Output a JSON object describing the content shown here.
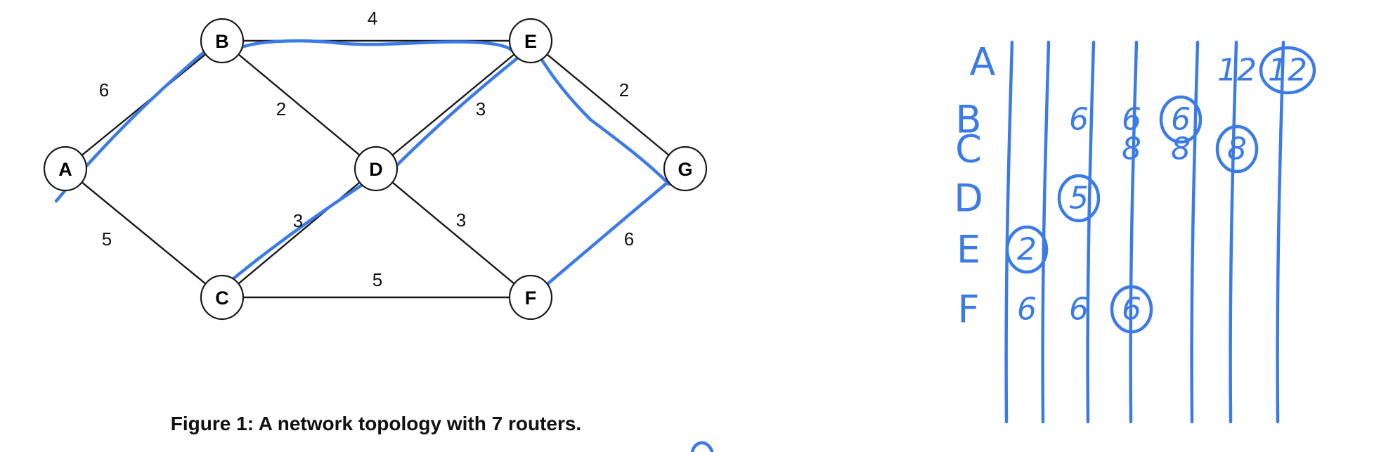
{
  "figure": {
    "caption": "Figure 1: A network topology with 7 routers.",
    "nodes": [
      {
        "id": "A",
        "label": "A"
      },
      {
        "id": "B",
        "label": "B"
      },
      {
        "id": "C",
        "label": "C"
      },
      {
        "id": "D",
        "label": "D"
      },
      {
        "id": "E",
        "label": "E"
      },
      {
        "id": "F",
        "label": "F"
      },
      {
        "id": "G",
        "label": "G"
      }
    ],
    "edges": [
      {
        "from": "A",
        "to": "B",
        "weight": "6"
      },
      {
        "from": "A",
        "to": "C",
        "weight": "5"
      },
      {
        "from": "B",
        "to": "E",
        "weight": "4"
      },
      {
        "from": "B",
        "to": "D",
        "weight": "2"
      },
      {
        "from": "C",
        "to": "D",
        "weight": "3"
      },
      {
        "from": "C",
        "to": "F",
        "weight": "5"
      },
      {
        "from": "D",
        "to": "E",
        "weight": "3"
      },
      {
        "from": "D",
        "to": "F",
        "weight": "3"
      },
      {
        "from": "E",
        "to": "G",
        "weight": "2"
      },
      {
        "from": "F",
        "to": "G",
        "weight": "6"
      }
    ],
    "highlighted_path_edges": [
      {
        "from": "A",
        "to": "B"
      },
      {
        "from": "B",
        "to": "E"
      },
      {
        "from": "E",
        "to": "D"
      },
      {
        "from": "D",
        "to": "C"
      },
      {
        "from": "E",
        "to": "G"
      },
      {
        "from": "G",
        "to": "F"
      }
    ]
  },
  "notes": {
    "ink_color": "#3b7be8",
    "row_labels": [
      "A",
      "B",
      "C",
      "D",
      "E",
      "F"
    ],
    "columns": [
      {
        "cells": {
          "E": "2",
          "F": "6"
        },
        "circled": [
          "E"
        ]
      },
      {
        "cells": {
          "B": "6",
          "D": "5",
          "F": "6"
        },
        "circled": [
          "D"
        ]
      },
      {
        "cells": {
          "B": "6",
          "C": "8",
          "F": "6"
        },
        "circled": [
          "F"
        ]
      },
      {
        "cells": {
          "B": "6",
          "C": "8"
        },
        "circled": [
          "B"
        ]
      },
      {
        "cells": {
          "A": "12",
          "C": "8"
        },
        "circled": [
          "C"
        ]
      },
      {
        "cells": {
          "A": "12"
        },
        "circled": [
          "A"
        ]
      },
      {
        "cells": {},
        "circled": []
      }
    ]
  }
}
